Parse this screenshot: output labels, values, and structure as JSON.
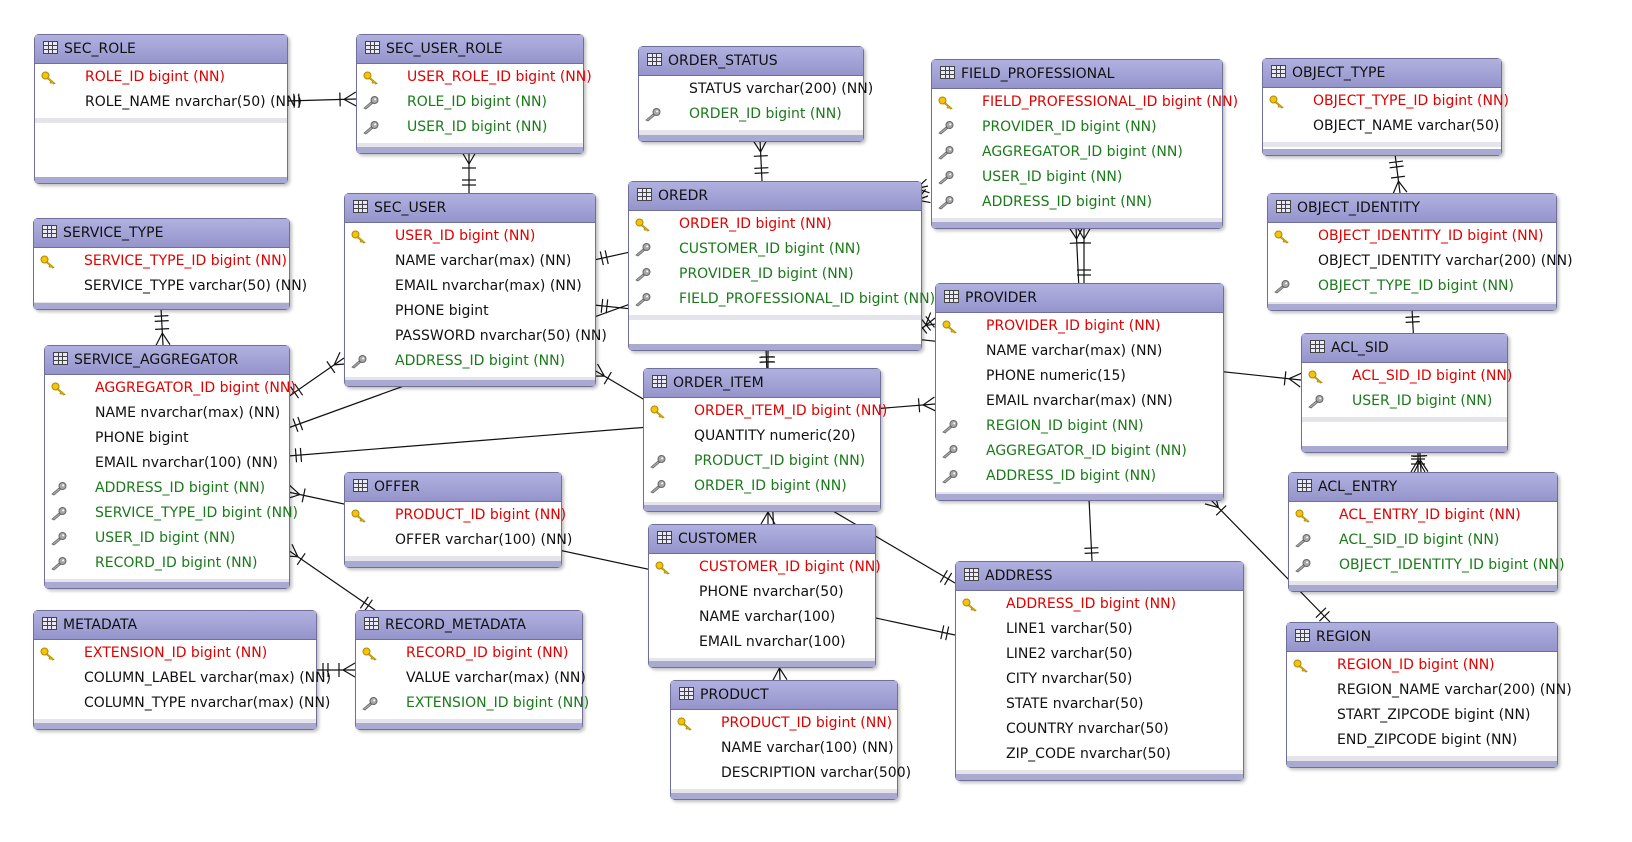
{
  "tables": {
    "sec_role": {
      "title": "SEC_ROLE",
      "cols": [
        {
          "kind": "pk",
          "text": "ROLE_ID bigint (NN)"
        },
        {
          "kind": "plain",
          "text": "ROLE_NAME nvarchar(50) (NN)"
        }
      ]
    },
    "sec_user_role": {
      "title": "SEC_USER_ROLE",
      "cols": [
        {
          "kind": "pk",
          "text": "USER_ROLE_ID bigint (NN)"
        },
        {
          "kind": "fk",
          "text": "ROLE_ID bigint (NN)"
        },
        {
          "kind": "fk",
          "text": "USER_ID bigint (NN)"
        }
      ]
    },
    "order_status": {
      "title": "ORDER_STATUS",
      "cols": [
        {
          "kind": "plain",
          "text": "STATUS varchar(200) (NN)"
        },
        {
          "kind": "fk",
          "text": "ORDER_ID bigint (NN)"
        }
      ]
    },
    "field_professional": {
      "title": "FIELD_PROFESSIONAL",
      "cols": [
        {
          "kind": "pk",
          "text": "FIELD_PROFESSIONAL_ID bigint (NN)"
        },
        {
          "kind": "fk",
          "text": "PROVIDER_ID bigint (NN)"
        },
        {
          "kind": "fk",
          "text": "AGGREGATOR_ID bigint (NN)"
        },
        {
          "kind": "fk",
          "text": "USER_ID bigint (NN)"
        },
        {
          "kind": "fk",
          "text": "ADDRESS_ID bigint (NN)"
        }
      ]
    },
    "object_type": {
      "title": "OBJECT_TYPE",
      "cols": [
        {
          "kind": "pk",
          "text": "OBJECT_TYPE_ID bigint (NN)"
        },
        {
          "kind": "plain",
          "text": "OBJECT_NAME varchar(50)"
        }
      ]
    },
    "service_type": {
      "title": "SERVICE_TYPE",
      "cols": [
        {
          "kind": "pk",
          "text": "SERVICE_TYPE_ID bigint (NN)"
        },
        {
          "kind": "plain",
          "text": "SERVICE_TYPE varchar(50) (NN)"
        }
      ]
    },
    "sec_user": {
      "title": "SEC_USER",
      "cols": [
        {
          "kind": "pk",
          "text": "USER_ID bigint (NN)"
        },
        {
          "kind": "plain",
          "text": "NAME varchar(max) (NN)"
        },
        {
          "kind": "plain",
          "text": "EMAIL nvarchar(max) (NN)"
        },
        {
          "kind": "plain",
          "text": "PHONE bigint"
        },
        {
          "kind": "plain",
          "text": "PASSWORD nvarchar(50) (NN)"
        },
        {
          "kind": "fk",
          "text": "ADDRESS_ID bigint (NN)"
        }
      ]
    },
    "oredr": {
      "title": "OREDR",
      "cols": [
        {
          "kind": "pk",
          "text": "ORDER_ID bigint (NN)"
        },
        {
          "kind": "fk",
          "text": "CUSTOMER_ID bigint (NN)"
        },
        {
          "kind": "fk",
          "text": "PROVIDER_ID bigint (NN)"
        },
        {
          "kind": "fk",
          "text": "FIELD_PROFESSIONAL_ID bigint (NN)"
        }
      ]
    },
    "object_identity": {
      "title": "OBJECT_IDENTITY",
      "cols": [
        {
          "kind": "pk",
          "text": "OBJECT_IDENTITY_ID bigint (NN)"
        },
        {
          "kind": "plain",
          "text": "OBJECT_IDENTITY varchar(200) (NN)"
        },
        {
          "kind": "fk",
          "text": "OBJECT_TYPE_ID bigint (NN)"
        }
      ]
    },
    "provider": {
      "title": "PROVIDER",
      "cols": [
        {
          "kind": "pk",
          "text": "PROVIDER_ID bigint (NN)"
        },
        {
          "kind": "plain",
          "text": "NAME varchar(max) (NN)"
        },
        {
          "kind": "plain",
          "text": "PHONE numeric(15)"
        },
        {
          "kind": "plain",
          "text": "EMAIL nvarchar(max) (NN)"
        },
        {
          "kind": "fk",
          "text": "REGION_ID bigint (NN)"
        },
        {
          "kind": "fk",
          "text": "AGGREGATOR_ID bigint (NN)"
        },
        {
          "kind": "fk",
          "text": "ADDRESS_ID bigint (NN)"
        }
      ]
    },
    "service_aggregator": {
      "title": "SERVICE_AGGREGATOR",
      "cols": [
        {
          "kind": "pk",
          "text": "AGGREGATOR_ID bigint (NN)"
        },
        {
          "kind": "plain",
          "text": "NAME nvarchar(max) (NN)"
        },
        {
          "kind": "plain",
          "text": "PHONE bigint"
        },
        {
          "kind": "plain",
          "text": "EMAIL nvarchar(100) (NN)"
        },
        {
          "kind": "fk",
          "text": "ADDRESS_ID bigint (NN)"
        },
        {
          "kind": "fk",
          "text": "SERVICE_TYPE_ID bigint (NN)"
        },
        {
          "kind": "fk",
          "text": "USER_ID bigint (NN)"
        },
        {
          "kind": "fk",
          "text": "RECORD_ID bigint (NN)"
        }
      ]
    },
    "acl_sid": {
      "title": "ACL_SID",
      "cols": [
        {
          "kind": "pk",
          "text": "ACL_SID_ID bigint (NN)"
        },
        {
          "kind": "fk",
          "text": "USER_ID bigint (NN)"
        }
      ]
    },
    "order_item": {
      "title": "ORDER_ITEM",
      "cols": [
        {
          "kind": "pk",
          "text": "ORDER_ITEM_ID bigint (NN)"
        },
        {
          "kind": "plain",
          "text": "QUANTITY numeric(20)"
        },
        {
          "kind": "fk",
          "text": "PRODUCT_ID bigint (NN)"
        },
        {
          "kind": "fk",
          "text": "ORDER_ID bigint (NN)"
        }
      ]
    },
    "offer": {
      "title": "OFFER",
      "cols": [
        {
          "kind": "pk",
          "text": "PRODUCT_ID bigint (NN)"
        },
        {
          "kind": "plain",
          "text": "OFFER varchar(100) (NN)"
        }
      ]
    },
    "acl_entry": {
      "title": "ACL_ENTRY",
      "cols": [
        {
          "kind": "pk",
          "text": "ACL_ENTRY_ID bigint (NN)"
        },
        {
          "kind": "fk",
          "text": "ACL_SID_ID bigint (NN)"
        },
        {
          "kind": "fk",
          "text": "OBJECT_IDENTITY_ID bigint (NN)"
        }
      ]
    },
    "customer": {
      "title": "CUSTOMER",
      "cols": [
        {
          "kind": "pk",
          "text": "CUSTOMER_ID bigint (NN)"
        },
        {
          "kind": "plain",
          "text": "PHONE nvarchar(50)"
        },
        {
          "kind": "plain",
          "text": "NAME varchar(100)"
        },
        {
          "kind": "plain",
          "text": "EMAIL nvarchar(100)"
        }
      ]
    },
    "address": {
      "title": "ADDRESS",
      "cols": [
        {
          "kind": "pk",
          "text": "ADDRESS_ID bigint (NN)"
        },
        {
          "kind": "plain",
          "text": "LINE1 varchar(50)"
        },
        {
          "kind": "plain",
          "text": "LINE2 varchar(50)"
        },
        {
          "kind": "plain",
          "text": "CITY nvarchar(50)"
        },
        {
          "kind": "plain",
          "text": "STATE nvarchar(50)"
        },
        {
          "kind": "plain",
          "text": "COUNTRY nvarchar(50)"
        },
        {
          "kind": "plain",
          "text": "ZIP_CODE nvarchar(50)"
        }
      ]
    },
    "metadata": {
      "title": "METADATA",
      "cols": [
        {
          "kind": "pk",
          "text": "EXTENSION_ID bigint (NN)"
        },
        {
          "kind": "plain",
          "text": "COLUMN_LABEL varchar(max) (NN)"
        },
        {
          "kind": "plain",
          "text": "COLUMN_TYPE nvarchar(max) (NN)"
        }
      ]
    },
    "record_metadata": {
      "title": "RECORD_METADATA",
      "cols": [
        {
          "kind": "pk",
          "text": "RECORD_ID bigint (NN)"
        },
        {
          "kind": "plain",
          "text": "VALUE varchar(max) (NN)"
        },
        {
          "kind": "fk",
          "text": "EXTENSION_ID bigint (NN)"
        }
      ]
    },
    "region": {
      "title": "REGION",
      "cols": [
        {
          "kind": "pk",
          "text": "REGION_ID bigint (NN)"
        },
        {
          "kind": "plain",
          "text": "REGION_NAME varchar(200) (NN)"
        },
        {
          "kind": "plain",
          "text": "START_ZIPCODE bigint (NN)"
        },
        {
          "kind": "plain",
          "text": "END_ZIPCODE bigint (NN)"
        }
      ]
    },
    "product": {
      "title": "PRODUCT",
      "cols": [
        {
          "kind": "pk",
          "text": "PRODUCT_ID bigint (NN)"
        },
        {
          "kind": "plain",
          "text": "NAME varchar(100) (NN)"
        },
        {
          "kind": "plain",
          "text": "DESCRIPTION varchar(500)"
        }
      ]
    }
  },
  "icons": {
    "pk": "primary-key-icon",
    "fk": "foreign-key-icon",
    "table": "table-icon"
  },
  "colors": {
    "header": "#9d9dd4",
    "pk_text": "#e00000",
    "fk_text": "#1a7a1a",
    "line": "#111111"
  }
}
